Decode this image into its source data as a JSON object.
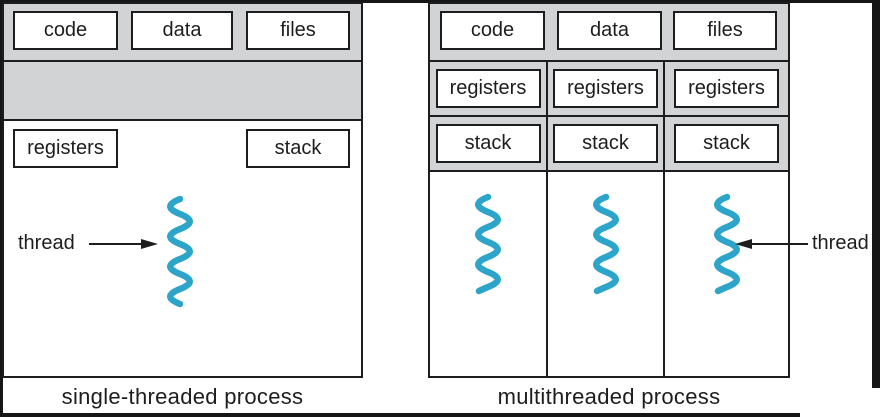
{
  "colors": {
    "band_gray": "#d2d3d4",
    "line_black": "#1d1d1f",
    "thread_cyan": "#2da4c9"
  },
  "left_panel": {
    "memory_boxes": [
      "code",
      "data",
      "files"
    ],
    "registers_label": "registers",
    "stack_label": "stack",
    "thread_label": "thread",
    "caption": "single-threaded process"
  },
  "right_panel": {
    "memory_boxes": [
      "code",
      "data",
      "files"
    ],
    "threads": [
      {
        "registers": "registers",
        "stack": "stack"
      },
      {
        "registers": "registers",
        "stack": "stack"
      },
      {
        "registers": "registers",
        "stack": "stack"
      }
    ],
    "thread_label": "thread",
    "caption": "multithreaded process"
  }
}
